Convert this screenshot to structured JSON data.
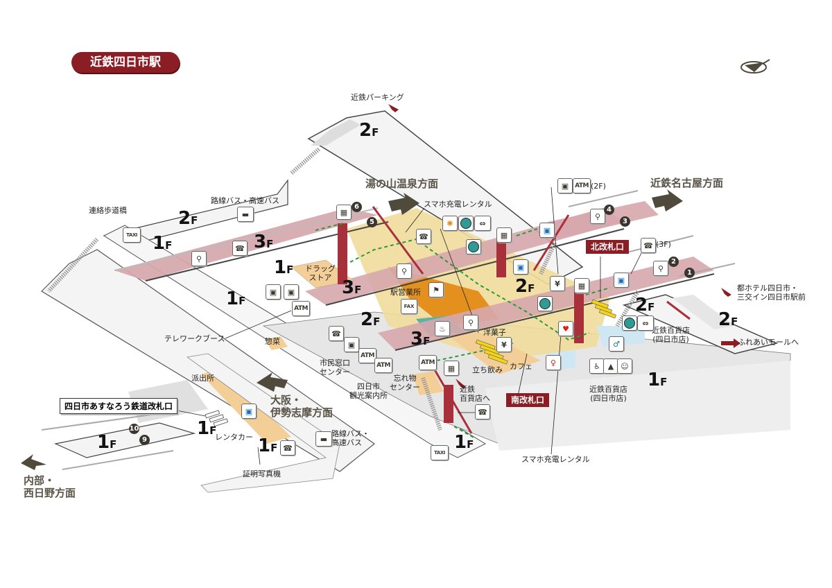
{
  "title": "近鉄四日市駅",
  "compass": "north-arrow-icon",
  "colors": {
    "title_bg": "#8b1d25",
    "gate_bg": "#8b1d25",
    "floor3_band": "#d6a7ad",
    "floor2_area": "#f1dc9c",
    "shop_area": "#f3cf97",
    "station_office": "#e3901e",
    "smoking_area": "#5fb0a5",
    "toilet_area": "#cfe6f3",
    "elevator_shaft": "#a8303a",
    "route_arrow": "#2a9a3a",
    "direction_arrow": "#4f4a3c",
    "exit_arrow": "#8b1d25",
    "outer_walk": "#f4f4f4",
    "ground_gray": "#e3e3e3"
  },
  "directions": {
    "yunoyama": "湯の山温泉方面",
    "nagoya": "近鉄名古屋方面",
    "osaka": "大阪・\n伊勢志摩方面",
    "utsube": "内部・\n西日野方面"
  },
  "gates": {
    "north": "北改札口",
    "south": "南改札口",
    "asunarou": "四日市あすなろう鉄道改札口"
  },
  "floor_labels": {
    "f1": "1",
    "f2": "2",
    "f3": "3",
    "suffix": "F"
  },
  "labels": {
    "parking": "近鉄パーキング",
    "bridge": "連絡歩道橋",
    "bus_top": "路線バス・高速バス",
    "bus_bottom": "路線バス・\n高速バス",
    "phone_rental_top": "スマホ充電レンタル",
    "phone_rental_bottom": "スマホ充電レンタル",
    "drugstore": "ドラッグ\nストア",
    "station_office": "駅営業所",
    "telework": "テレワークブース",
    "deli": "惣菜",
    "citizen_window": "市民窓口\nセンター",
    "tourist_info": "四日市\n観光案内所",
    "lost_found": "忘れ物\nセンター",
    "sweets": "洋菓子",
    "standing_bar": "立ち飲み",
    "cafe": "カフェ",
    "dept_store_to": "近鉄\n百貨店へ",
    "dept_store_2f": "近鉄百貨店\n(四日市店)",
    "dept_store_1f": "近鉄百貨店\n(四日市店)",
    "hotel": "都ホテル四日市・\n三交イン四日市駅前",
    "fureai": "ふれあいモールへ",
    "police": "派出所",
    "rentacar": "レンタカー",
    "photo_booth": "証明写真機",
    "atm_note": "(2F)",
    "phone_note": "(3F)"
  },
  "icons": {
    "atm": "ATM",
    "taxi": "TAXI",
    "yen": "¥",
    "phone": "☎",
    "locker": "▣",
    "fax": "FAX"
  },
  "platforms": [
    "1",
    "2",
    "3",
    "4",
    "5",
    "6",
    "9",
    "10"
  ]
}
